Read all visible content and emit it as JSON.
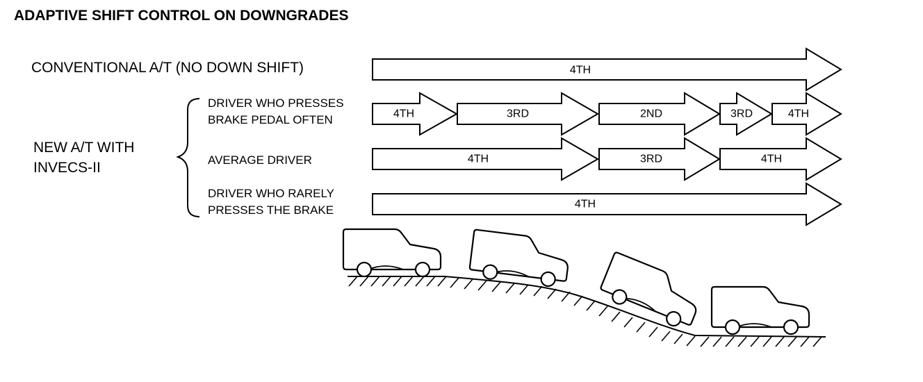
{
  "title": "ADAPTIVE SHIFT CONTROL ON DOWNGRADES",
  "conventional": {
    "label": "CONVENTIONAL A/T (NO DOWN SHIFT)",
    "gears": [
      "4TH"
    ]
  },
  "new_at": {
    "label_line1": "NEW A/T WITH",
    "label_line2": "INVECS-II"
  },
  "drivers": [
    {
      "label_line1": "DRIVER WHO PRESSES",
      "label_line2": "BRAKE PEDAL OFTEN",
      "gears": [
        "4TH",
        "3RD",
        "2ND",
        "3RD",
        "4TH"
      ]
    },
    {
      "label_line1": "AVERAGE DRIVER",
      "label_line2": "",
      "gears": [
        "4TH",
        "3RD",
        "4TH"
      ]
    },
    {
      "label_line1": "DRIVER WHO RARELY",
      "label_line2": "PRESSES THE BRAKE",
      "gears": [
        "4TH"
      ]
    }
  ]
}
